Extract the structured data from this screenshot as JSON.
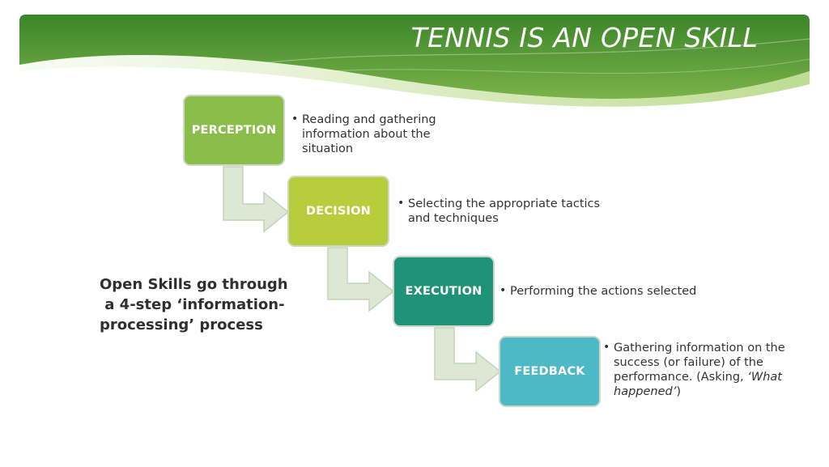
{
  "slide": {
    "title": "TENNIS IS AN OPEN SKILL",
    "side_note": "Open Skills go through\n a 4-step ‘information-\nprocessing’ process"
  },
  "steps": [
    {
      "label": "PERCEPTION",
      "color": "#8bbd4b",
      "description": "Reading and gathering information about the situation"
    },
    {
      "label": "DECISION",
      "color": "#b8cd3c",
      "description": "Selecting the appropriate tactics and techniques"
    },
    {
      "label": "EXECUTION",
      "color": "#1f9278",
      "description": "Performing the actions selected"
    },
    {
      "label": "FEEDBACK",
      "color": "#4db8c6",
      "description": "Gathering information on the success (or failure) of the performance. (Asking, ",
      "description_italic": "‘What happened’",
      "description_end": ")"
    }
  ],
  "colors": {
    "banner_dark": "#3f8a2c",
    "banner_light": "#a6cf6a",
    "arrow_fill": "#dde8d4",
    "arrow_stroke": "#c3d3b8"
  }
}
